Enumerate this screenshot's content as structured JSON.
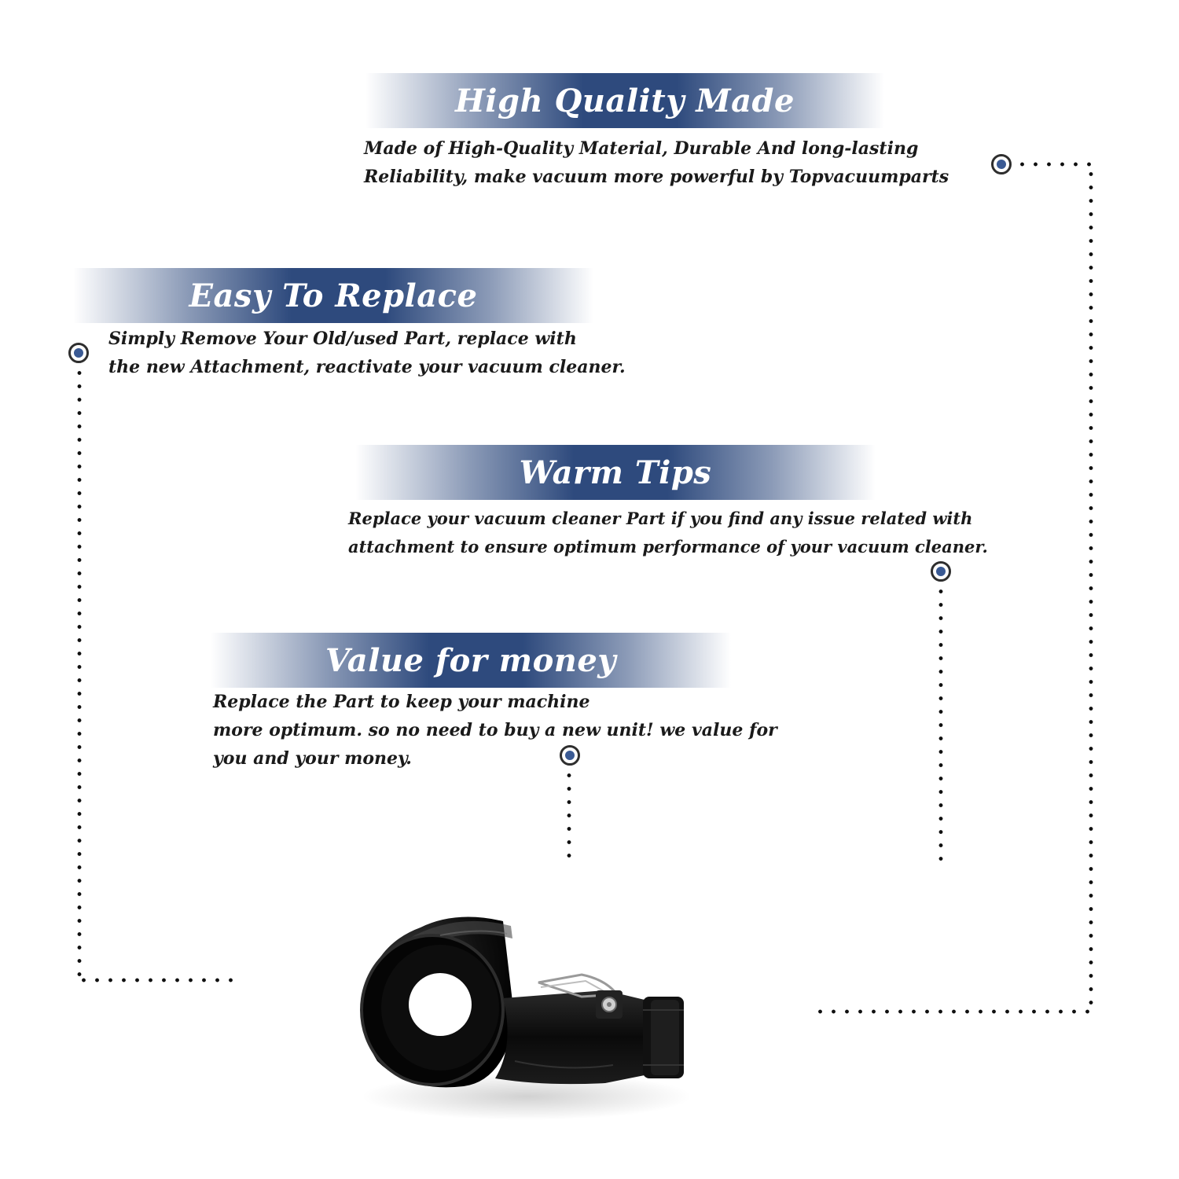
{
  "features": [
    {
      "title": "High Quality Made",
      "lines": [
        "Made of  High-Quality Material, Durable And long-lasting",
        "Reliability, make vacuum more powerful by Topvacuumparts"
      ]
    },
    {
      "title": "Easy To Replace",
      "lines": [
        "Simply Remove Your Old/used Part, replace with",
        "the new Attachment, reactivate your vacuum cleaner."
      ]
    },
    {
      "title": "Warm Tips",
      "lines": [
        "Replace your vacuum cleaner Part if you find any issue related with",
        " attachment to ensure optimum performance of your vacuum cleaner."
      ]
    },
    {
      "title": "Value for money",
      "lines": [
        "Replace the Part to keep your machine",
        "more optimum. so no need to buy a new unit! we value for",
        "you and your money."
      ]
    }
  ],
  "colors": {
    "banner_blue": "#2e4a7d",
    "marker_blue": "#3a5a94",
    "text": "#1a1a1a"
  },
  "product": {
    "icon": "vacuum-attachment-icon"
  }
}
